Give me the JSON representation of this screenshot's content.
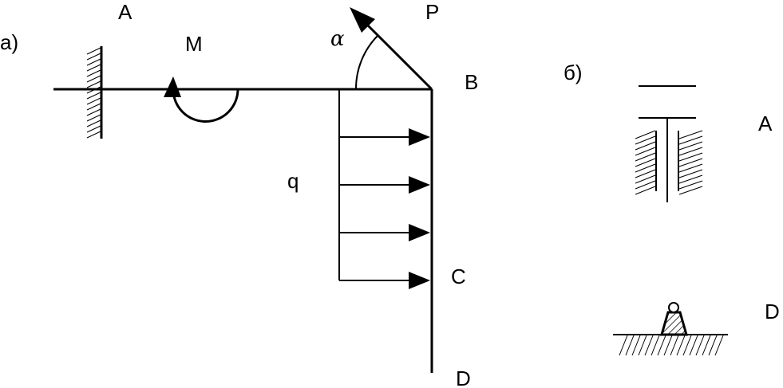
{
  "labels": {
    "part_a": "a)",
    "part_b": "б)",
    "A": "A",
    "M": "M",
    "alpha": "α",
    "P": "P",
    "B": "B",
    "q": "q",
    "C": "C",
    "D": "D",
    "b_A": "A",
    "b_D": "D"
  },
  "colors": {
    "line": "#000000",
    "support_fill": "#999999",
    "background": "#ffffff"
  }
}
